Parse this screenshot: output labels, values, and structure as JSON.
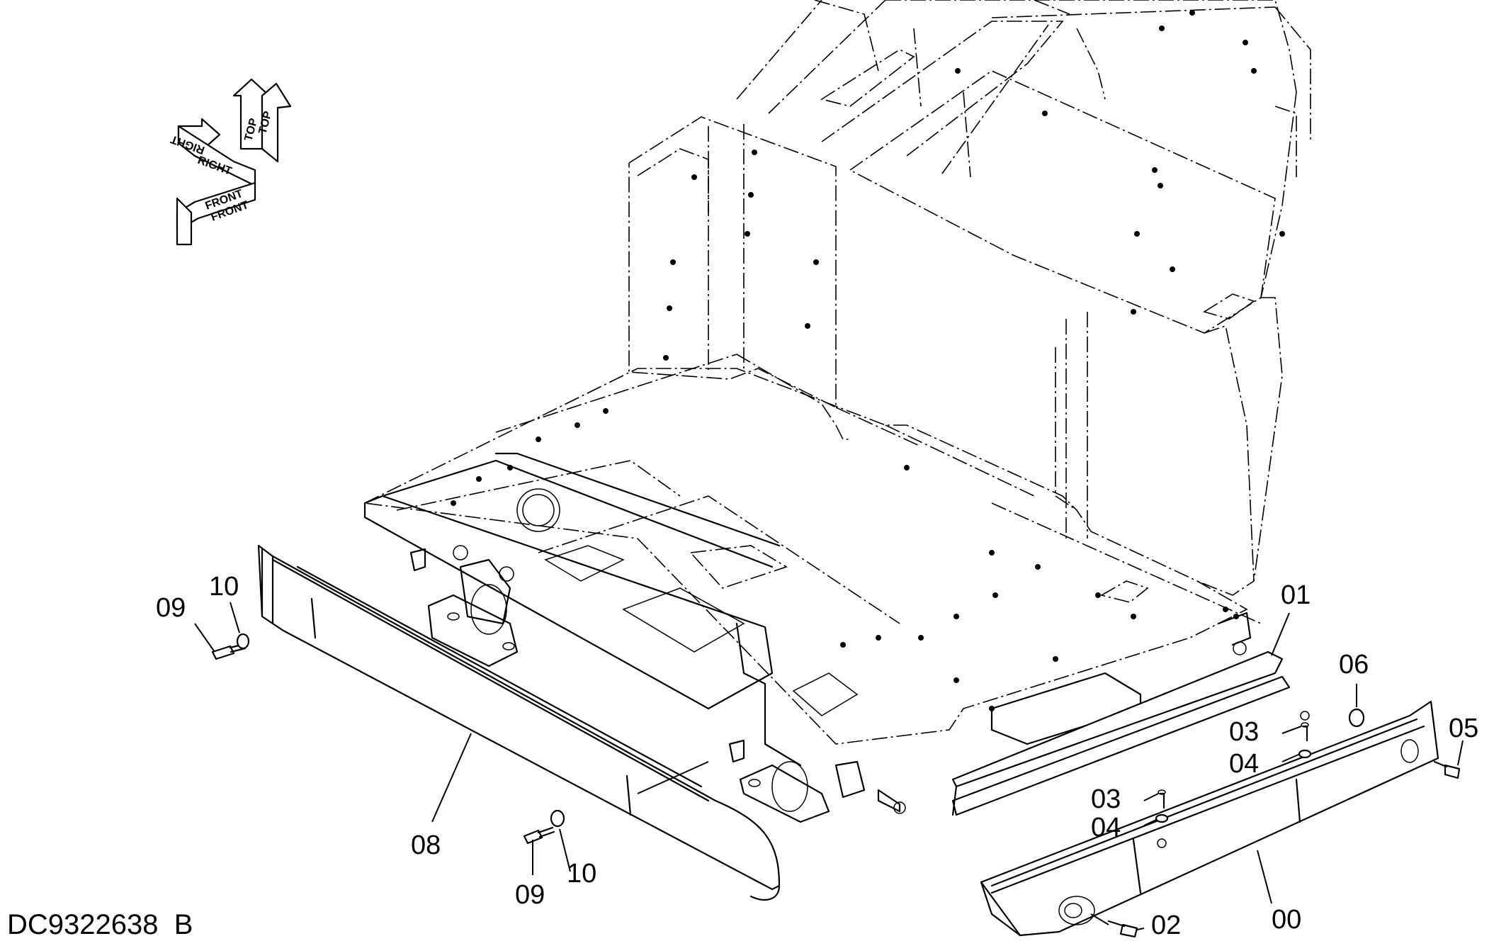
{
  "drawing": {
    "reference_code": "DC9322638_B"
  },
  "orientation_indicator": {
    "labels": [
      "TOP",
      "RIGHT",
      "FRONT"
    ]
  },
  "callouts": [
    {
      "id": "c00",
      "label": "00"
    },
    {
      "id": "c01",
      "label": "01"
    },
    {
      "id": "c02",
      "label": "02"
    },
    {
      "id": "c03a",
      "label": "03"
    },
    {
      "id": "c03b",
      "label": "03"
    },
    {
      "id": "c04a",
      "label": "04"
    },
    {
      "id": "c04b",
      "label": "04"
    },
    {
      "id": "c05",
      "label": "05"
    },
    {
      "id": "c06",
      "label": "06"
    },
    {
      "id": "c08",
      "label": "08"
    },
    {
      "id": "c09a",
      "label": "09"
    },
    {
      "id": "c09b",
      "label": "09"
    },
    {
      "id": "c10a",
      "label": "10"
    },
    {
      "id": "c10b",
      "label": "10"
    }
  ]
}
